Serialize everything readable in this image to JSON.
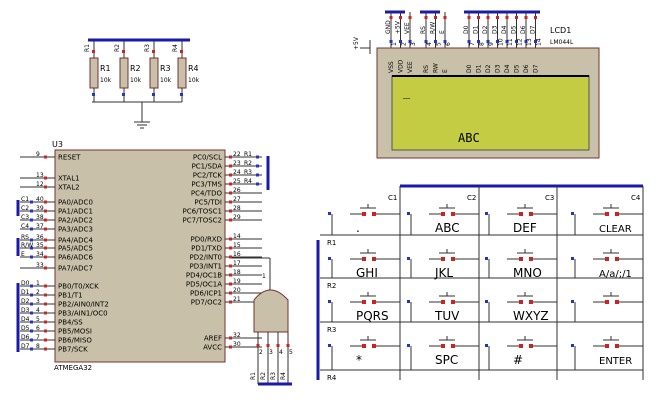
{
  "colors": {
    "wire": "#303030",
    "bus": "#1a1aa8",
    "chip_fill": "#c8c0a8",
    "chip_border": "#7a3030",
    "lcd_fill": "#c4cc44",
    "lcd_frame": "#c8c0a8",
    "pin_red": "#cc2222",
    "pin_blue": "#2233cc"
  },
  "resistors": {
    "labels": [
      "R1",
      "R2",
      "R3",
      "R4"
    ],
    "values": [
      "10k",
      "10k",
      "10k",
      "10k"
    ],
    "pins": [
      "R1",
      "R2",
      "R3",
      "R4"
    ]
  },
  "lcd": {
    "ref": "LCD1",
    "part": "LM044L",
    "cursor": "_",
    "text": "ABC",
    "power_pins": [
      "GND",
      "+5V",
      "VEE"
    ],
    "ctrl_pins": [
      "RS",
      "R/W",
      "E"
    ],
    "data_pins": [
      "D0",
      "D1",
      "D2",
      "D3",
      "D4",
      "D5",
      "D6",
      "D7"
    ],
    "body_labels": [
      "VSS",
      "VDD",
      "VEE",
      "RS",
      "RW",
      "E",
      "D0",
      "D1",
      "D2",
      "D3",
      "D4",
      "D5",
      "D6",
      "D7"
    ],
    "supply": "+5V"
  },
  "mcu": {
    "ref": "U3",
    "part": "ATMEGA32",
    "left_pins": [
      {
        "num": "9",
        "name": "RESET",
        "net": ""
      },
      {
        "num": "13",
        "name": "XTAL1",
        "net": ""
      },
      {
        "num": "12",
        "name": "XTAL2",
        "net": ""
      },
      {
        "num": "40",
        "name": "PA0/ADC0",
        "net": "C1"
      },
      {
        "num": "39",
        "name": "PA1/ADC1",
        "net": "C2"
      },
      {
        "num": "38",
        "name": "PA2/ADC2",
        "net": "C3"
      },
      {
        "num": "37",
        "name": "PA3/ADC3",
        "net": "C4"
      },
      {
        "num": "36",
        "name": "PA4/ADC4",
        "net": "RS"
      },
      {
        "num": "35",
        "name": "PA5/ADC5",
        "net": "R/W"
      },
      {
        "num": "34",
        "name": "PA6/ADC6",
        "net": "E"
      },
      {
        "num": "33",
        "name": "PA7/ADC7",
        "net": ""
      },
      {
        "num": "1",
        "name": "PB0/T0/XCK",
        "net": "D0"
      },
      {
        "num": "2",
        "name": "PB1/T1",
        "net": "D1"
      },
      {
        "num": "3",
        "name": "PB2/AIN0/INT2",
        "net": "D2"
      },
      {
        "num": "4",
        "name": "PB3/AIN1/OC0",
        "net": "D3"
      },
      {
        "num": "5",
        "name": "PB4/SS",
        "net": "D4"
      },
      {
        "num": "6",
        "name": "PB5/MOSI",
        "net": "D5"
      },
      {
        "num": "7",
        "name": "PB6/MISO",
        "net": "D6"
      },
      {
        "num": "8",
        "name": "PB7/SCK",
        "net": "D7"
      }
    ],
    "right_pins": [
      {
        "num": "22",
        "name": "PC0/SCL",
        "net": "R1"
      },
      {
        "num": "23",
        "name": "PC1/SDA",
        "net": "R2"
      },
      {
        "num": "24",
        "name": "PC2/TCK",
        "net": "R3"
      },
      {
        "num": "25",
        "name": "PC3/TMS",
        "net": "R4"
      },
      {
        "num": "26",
        "name": "PC4/TDO",
        "net": ""
      },
      {
        "num": "27",
        "name": "PC5/TDI",
        "net": ""
      },
      {
        "num": "28",
        "name": "PC6/TOSC1",
        "net": ""
      },
      {
        "num": "29",
        "name": "PC7/TOSC2",
        "net": ""
      },
      {
        "num": "14",
        "name": "PD0/RXD",
        "net": ""
      },
      {
        "num": "15",
        "name": "PD1/TXD",
        "net": ""
      },
      {
        "num": "16",
        "name": "PD2/INT0",
        "net": ""
      },
      {
        "num": "17",
        "name": "PD3/INT1",
        "net": ""
      },
      {
        "num": "18",
        "name": "PD4/OC1B",
        "net": ""
      },
      {
        "num": "19",
        "name": "PD5/OC1A",
        "net": ""
      },
      {
        "num": "20",
        "name": "PD6/ICP1",
        "net": ""
      },
      {
        "num": "21",
        "name": "PD7/OC2",
        "net": ""
      },
      {
        "num": "32",
        "name": "AREF",
        "net": ""
      },
      {
        "num": "30",
        "name": "AVCC",
        "net": ""
      }
    ]
  },
  "gate": {
    "output": "1",
    "inputs": [
      "2",
      "3",
      "4",
      "5"
    ],
    "nets": [
      "R1",
      "R2",
      "R3",
      "R4"
    ]
  },
  "keypad": {
    "col_labels": [
      "C1",
      "C2",
      "C3",
      "C4"
    ],
    "row_labels": [
      "R1",
      "R2",
      "R3",
      "R4"
    ],
    "keys": [
      [
        ".",
        "ABC",
        "DEF",
        "CLEAR"
      ],
      [
        "GHI",
        "JKL",
        "MNO",
        "A/a/;/1"
      ],
      [
        "PQRS",
        "TUV",
        "WXYZ",
        ""
      ],
      [
        "*",
        "SPC",
        "#",
        "ENTER"
      ]
    ]
  }
}
